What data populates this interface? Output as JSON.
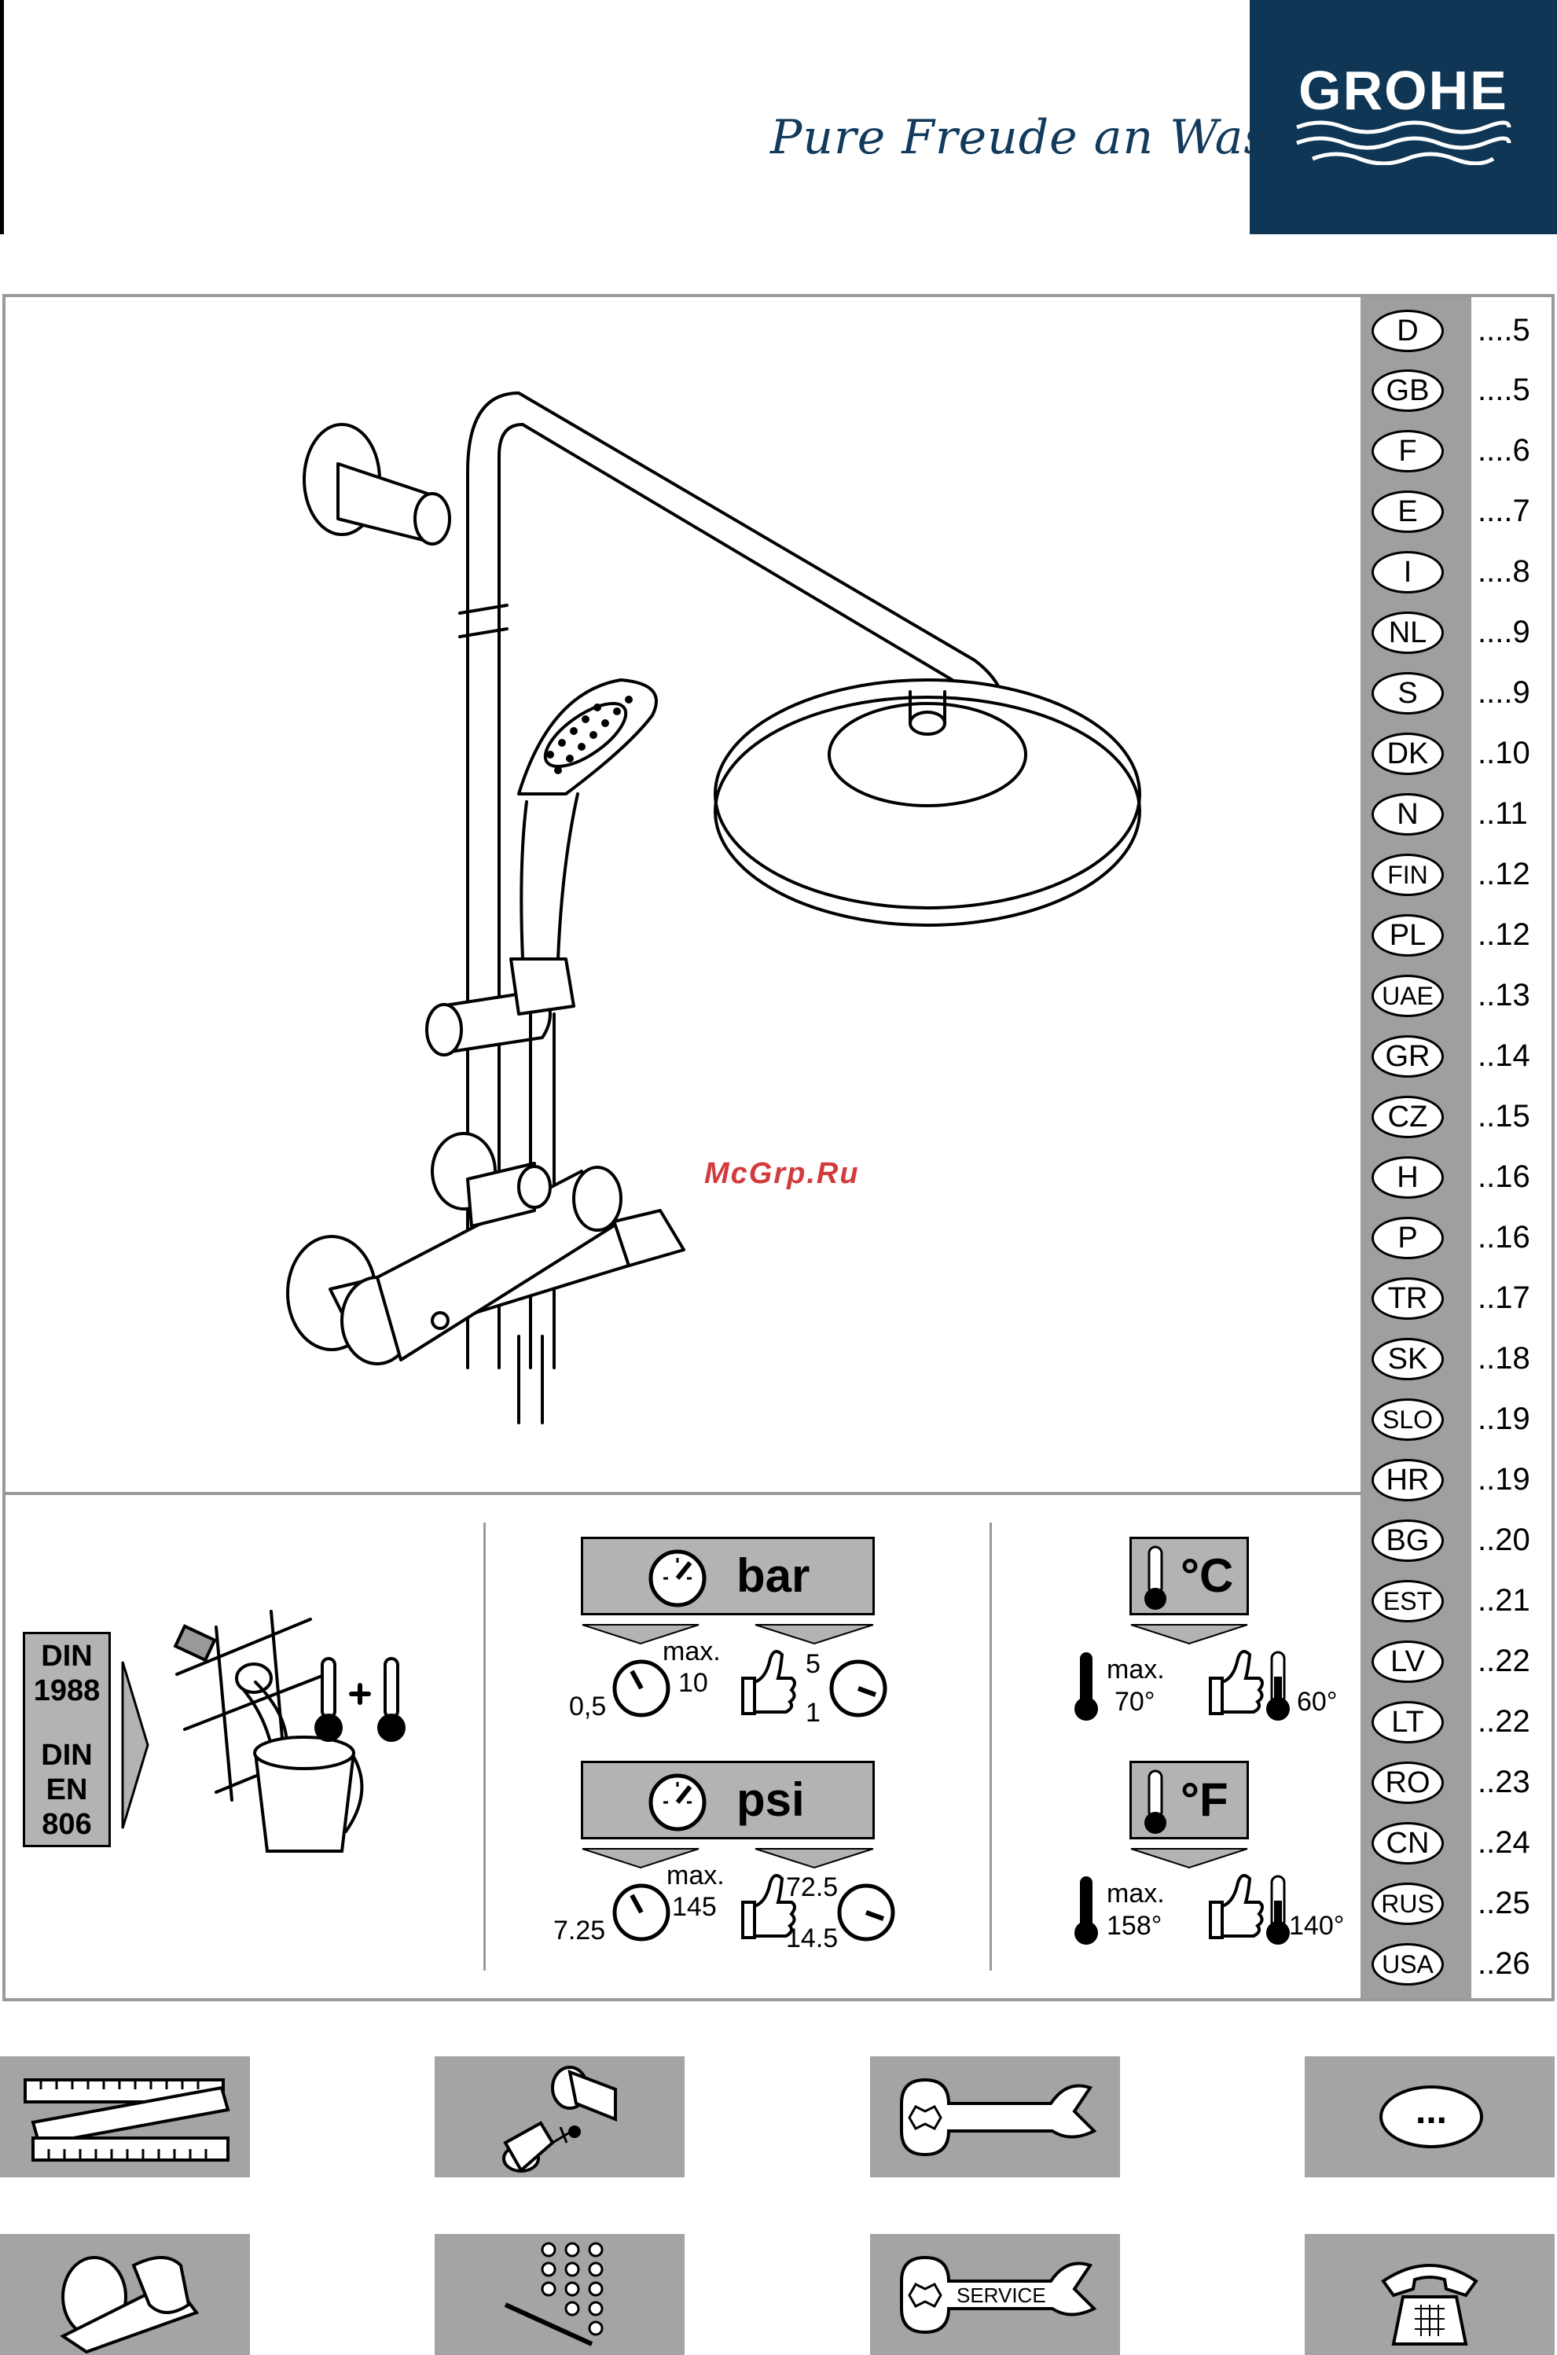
{
  "header": {
    "tagline": "Pure Freude an Wasser",
    "logo": "GROHE",
    "brand_color": "#0f3655"
  },
  "watermark": "McGrp.Ru",
  "languages": [
    {
      "code": "D",
      "page": "....5"
    },
    {
      "code": "GB",
      "page": "....5"
    },
    {
      "code": "F",
      "page": "....6"
    },
    {
      "code": "E",
      "page": "....7"
    },
    {
      "code": "I",
      "page": "....8"
    },
    {
      "code": "NL",
      "page": "....9"
    },
    {
      "code": "S",
      "page": "....9"
    },
    {
      "code": "DK",
      "page": "..10"
    },
    {
      "code": "N",
      "page": "..11"
    },
    {
      "code": "FIN",
      "page": "..12"
    },
    {
      "code": "PL",
      "page": "..12"
    },
    {
      "code": "UAE",
      "page": "..13"
    },
    {
      "code": "GR",
      "page": "..14"
    },
    {
      "code": "CZ",
      "page": "..15"
    },
    {
      "code": "H",
      "page": "..16"
    },
    {
      "code": "P",
      "page": "..16"
    },
    {
      "code": "TR",
      "page": "..17"
    },
    {
      "code": "SK",
      "page": "..18"
    },
    {
      "code": "SLO",
      "page": "..19"
    },
    {
      "code": "HR",
      "page": "..19"
    },
    {
      "code": "BG",
      "page": "..20"
    },
    {
      "code": "EST",
      "page": "..21"
    },
    {
      "code": "LV",
      "page": "..22"
    },
    {
      "code": "LT",
      "page": "..22"
    },
    {
      "code": "RO",
      "page": "..23"
    },
    {
      "code": "CN",
      "page": "..24"
    },
    {
      "code": "RUS",
      "page": "..25"
    },
    {
      "code": "USA",
      "page": "..26"
    }
  ],
  "din": {
    "line1": "DIN",
    "line2": "1988",
    "line3": "DIN",
    "line4": "EN",
    "line5": "806"
  },
  "pressure": {
    "bar": {
      "unit": "bar",
      "min": "0,5",
      "max_label": "max.",
      "max": "10",
      "rec_high": "5",
      "rec_low": "1"
    },
    "psi": {
      "unit": "psi",
      "min": "7.25",
      "max_label": "max.",
      "max": "145",
      "rec_high": "72.5",
      "rec_low": "14.5"
    }
  },
  "temperature": {
    "celsius": {
      "unit": "°C",
      "max_label": "max.",
      "max": "70°",
      "recommended": "60°"
    },
    "fahrenheit": {
      "unit": "°F",
      "max_label": "max.",
      "max": "158°",
      "recommended": "140°"
    }
  },
  "tiles": {
    "more": "...",
    "service": "SERVICE"
  }
}
